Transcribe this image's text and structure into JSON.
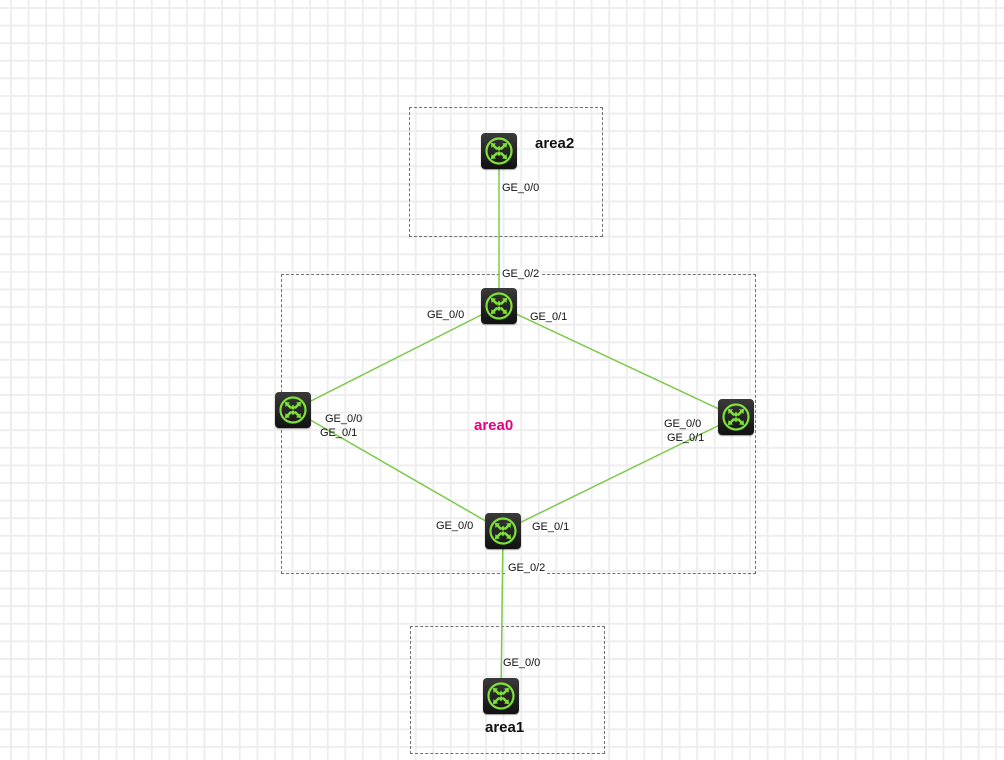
{
  "diagram": {
    "colors": {
      "link": "#7cc94a",
      "area0_label": "#e6007e",
      "router_icon": "#7fe03a"
    },
    "areas": [
      {
        "id": "area2",
        "label": "area2"
      },
      {
        "id": "area0",
        "label": "area0"
      },
      {
        "id": "area1",
        "label": "area1"
      }
    ],
    "routers": [
      {
        "id": "r-area2",
        "icon": "router-icon"
      },
      {
        "id": "r-top",
        "icon": "router-icon"
      },
      {
        "id": "r-left",
        "icon": "router-icon"
      },
      {
        "id": "r-right",
        "icon": "router-icon"
      },
      {
        "id": "r-bottom",
        "icon": "router-icon"
      },
      {
        "id": "r-area1",
        "icon": "router-icon"
      }
    ],
    "links": [
      {
        "from": "r-area2",
        "to": "r-top",
        "from_port": "GE_0/0",
        "to_port": "GE_0/2"
      },
      {
        "from": "r-top",
        "to": "r-left",
        "from_port": "GE_0/0",
        "to_port": "GE_0/0"
      },
      {
        "from": "r-top",
        "to": "r-right",
        "from_port": "GE_0/1",
        "to_port": "GE_0/0"
      },
      {
        "from": "r-left",
        "to": "r-bottom",
        "from_port": "GE_0/1",
        "to_port": "GE_0/0"
      },
      {
        "from": "r-right",
        "to": "r-bottom",
        "from_port": "GE_0/1",
        "to_port": "GE_0/1"
      },
      {
        "from": "r-bottom",
        "to": "r-area1",
        "from_port": "GE_0/2",
        "to_port": "GE_0/0"
      }
    ],
    "port_labels": {
      "area2_r_ge00": "GE_0/0",
      "top_ge02": "GE_0/2",
      "top_ge00": "GE_0/0",
      "top_ge01": "GE_0/1",
      "left_ge00": "GE_0/0",
      "left_ge01": "GE_0/1",
      "right_ge00": "GE_0/0",
      "right_ge01": "GE_0/1",
      "bottom_ge00": "GE_0/0",
      "bottom_ge01": "GE_0/1",
      "bottom_ge02": "GE_0/2",
      "area1_r_ge00": "GE_0/0"
    }
  }
}
